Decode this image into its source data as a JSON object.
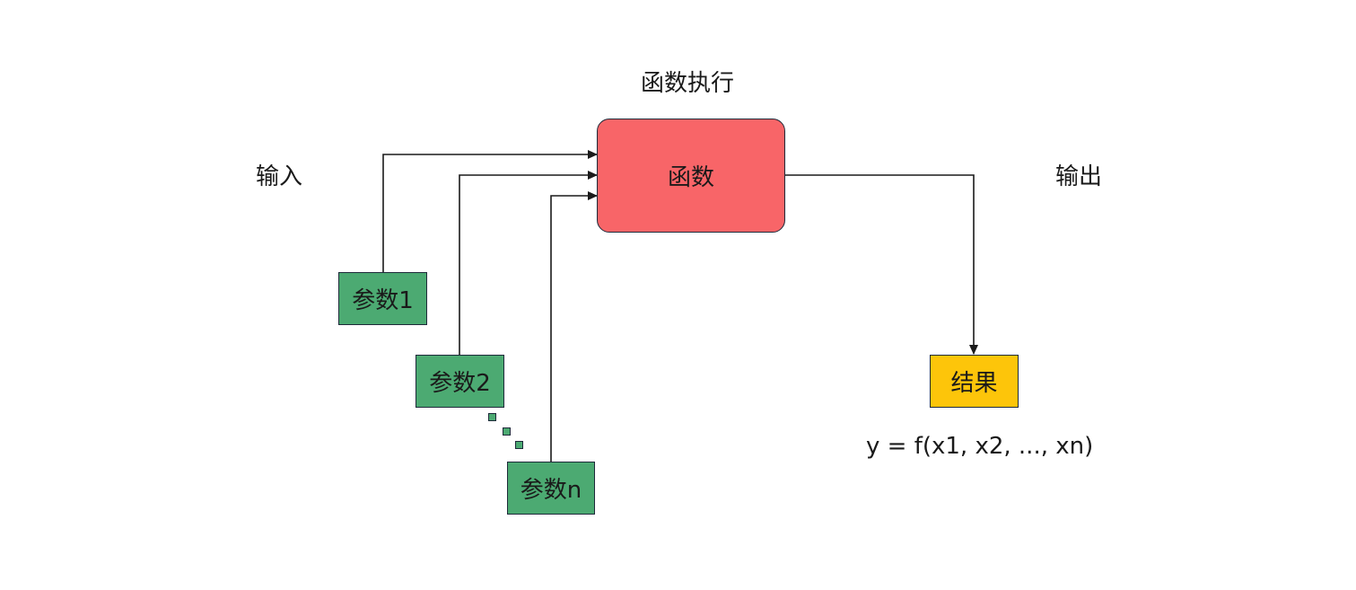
{
  "title": "函数执行",
  "input_label": "输入",
  "output_label": "输出",
  "function_box": {
    "label": "函数",
    "color": "#f86568"
  },
  "params": [
    {
      "label": "参数1"
    },
    {
      "label": "参数2"
    },
    {
      "label": "参数n"
    }
  ],
  "param_color": "#4caa72",
  "result_box": {
    "label": "结果",
    "color": "#fdc50a"
  },
  "formula": "y = f(x1, x2, ..., xn)",
  "connector_color": "#1a1a1a"
}
